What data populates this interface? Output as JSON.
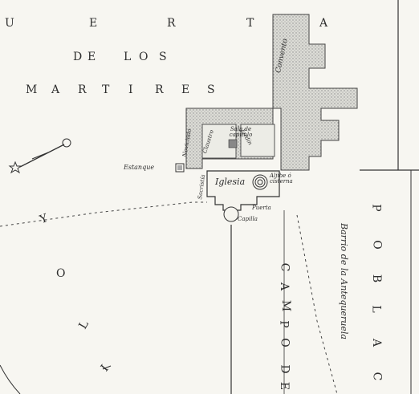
{
  "huerta_letters": [
    "U",
    "E",
    "R",
    "T",
    "A"
  ],
  "de_los_letters": [
    "D",
    "E",
    "L",
    "O",
    "S"
  ],
  "martires_letters": [
    "M",
    "A",
    "R",
    "T",
    "I",
    "R",
    "E",
    "S"
  ],
  "poblac_letters": [
    "P",
    "O",
    "B",
    "L",
    "A",
    "C"
  ],
  "campo_de_letters": [
    "C",
    "A",
    "M",
    "P",
    "O",
    "D",
    "E"
  ],
  "yoli_letters": [
    "Y",
    "O",
    "L",
    "I"
  ],
  "labels": {
    "convento": "Convento",
    "claustro": "Claustro",
    "jardin": "Jardín",
    "sala_capitulo": "Sala de capítulo",
    "noviciado": "Noviciado",
    "sacristia": "Sacristía",
    "iglesia": "Iglesia",
    "aljibe": "Aljibe ó cisterna",
    "estanque": "Estanque",
    "puerta": "Puerta",
    "capilla": "Capilla",
    "barrio": "Barrio de la Antequeruela"
  },
  "colors": {
    "ink": "#2b2b2b",
    "paper": "#f7f6f1",
    "hatch": "#9a9a9a",
    "building_fill": "#d9d9d4"
  },
  "icons": [
    "compass-needle-icon",
    "star-icon",
    "aljibe-circle-icon"
  ]
}
